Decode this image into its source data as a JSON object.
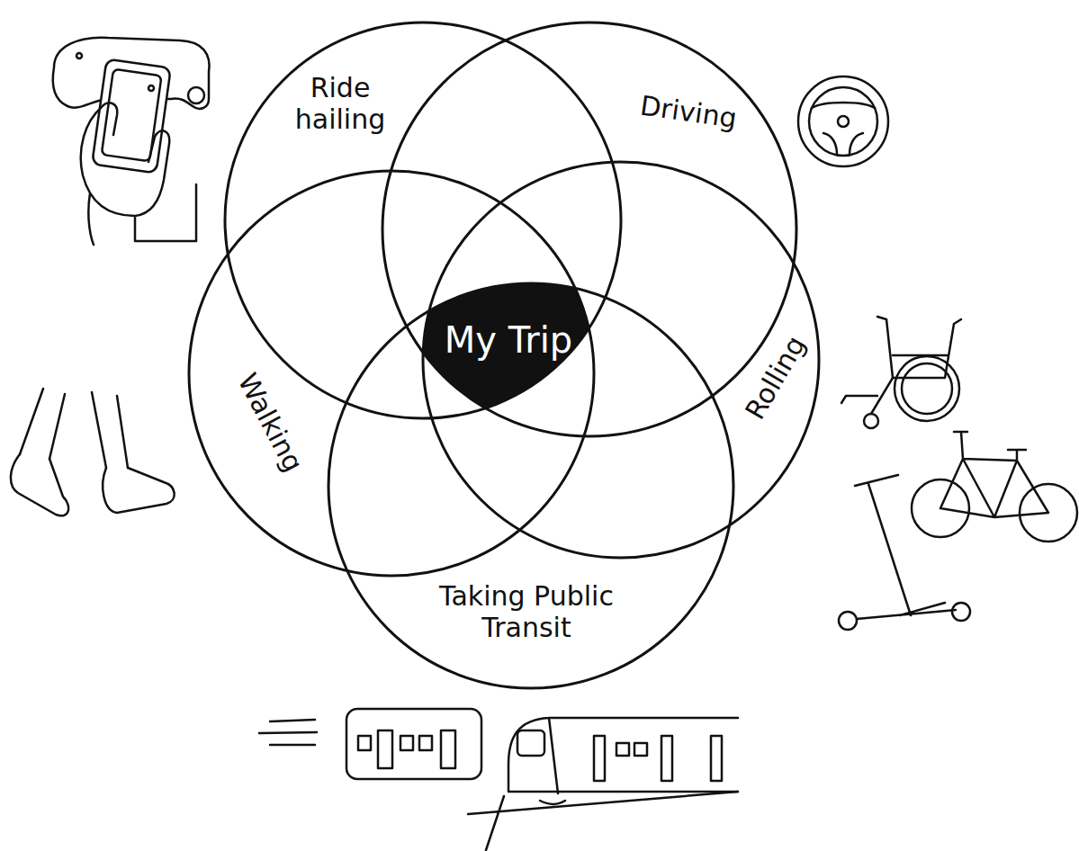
{
  "diagram": {
    "nodes": [
      {
        "text": [
          "Ride hailing"
        ]
      },
      {
        "text": [
          "Driving"
        ]
      },
      {
        "text": [
          "Walking"
        ]
      },
      {
        "text": [
          "My Trip"
        ]
      },
      {
        "text": [
          "Rolling"
        ]
      },
      {
        "text": [
          "Taking Public Transit"
        ]
      }
    ]
  }
}
